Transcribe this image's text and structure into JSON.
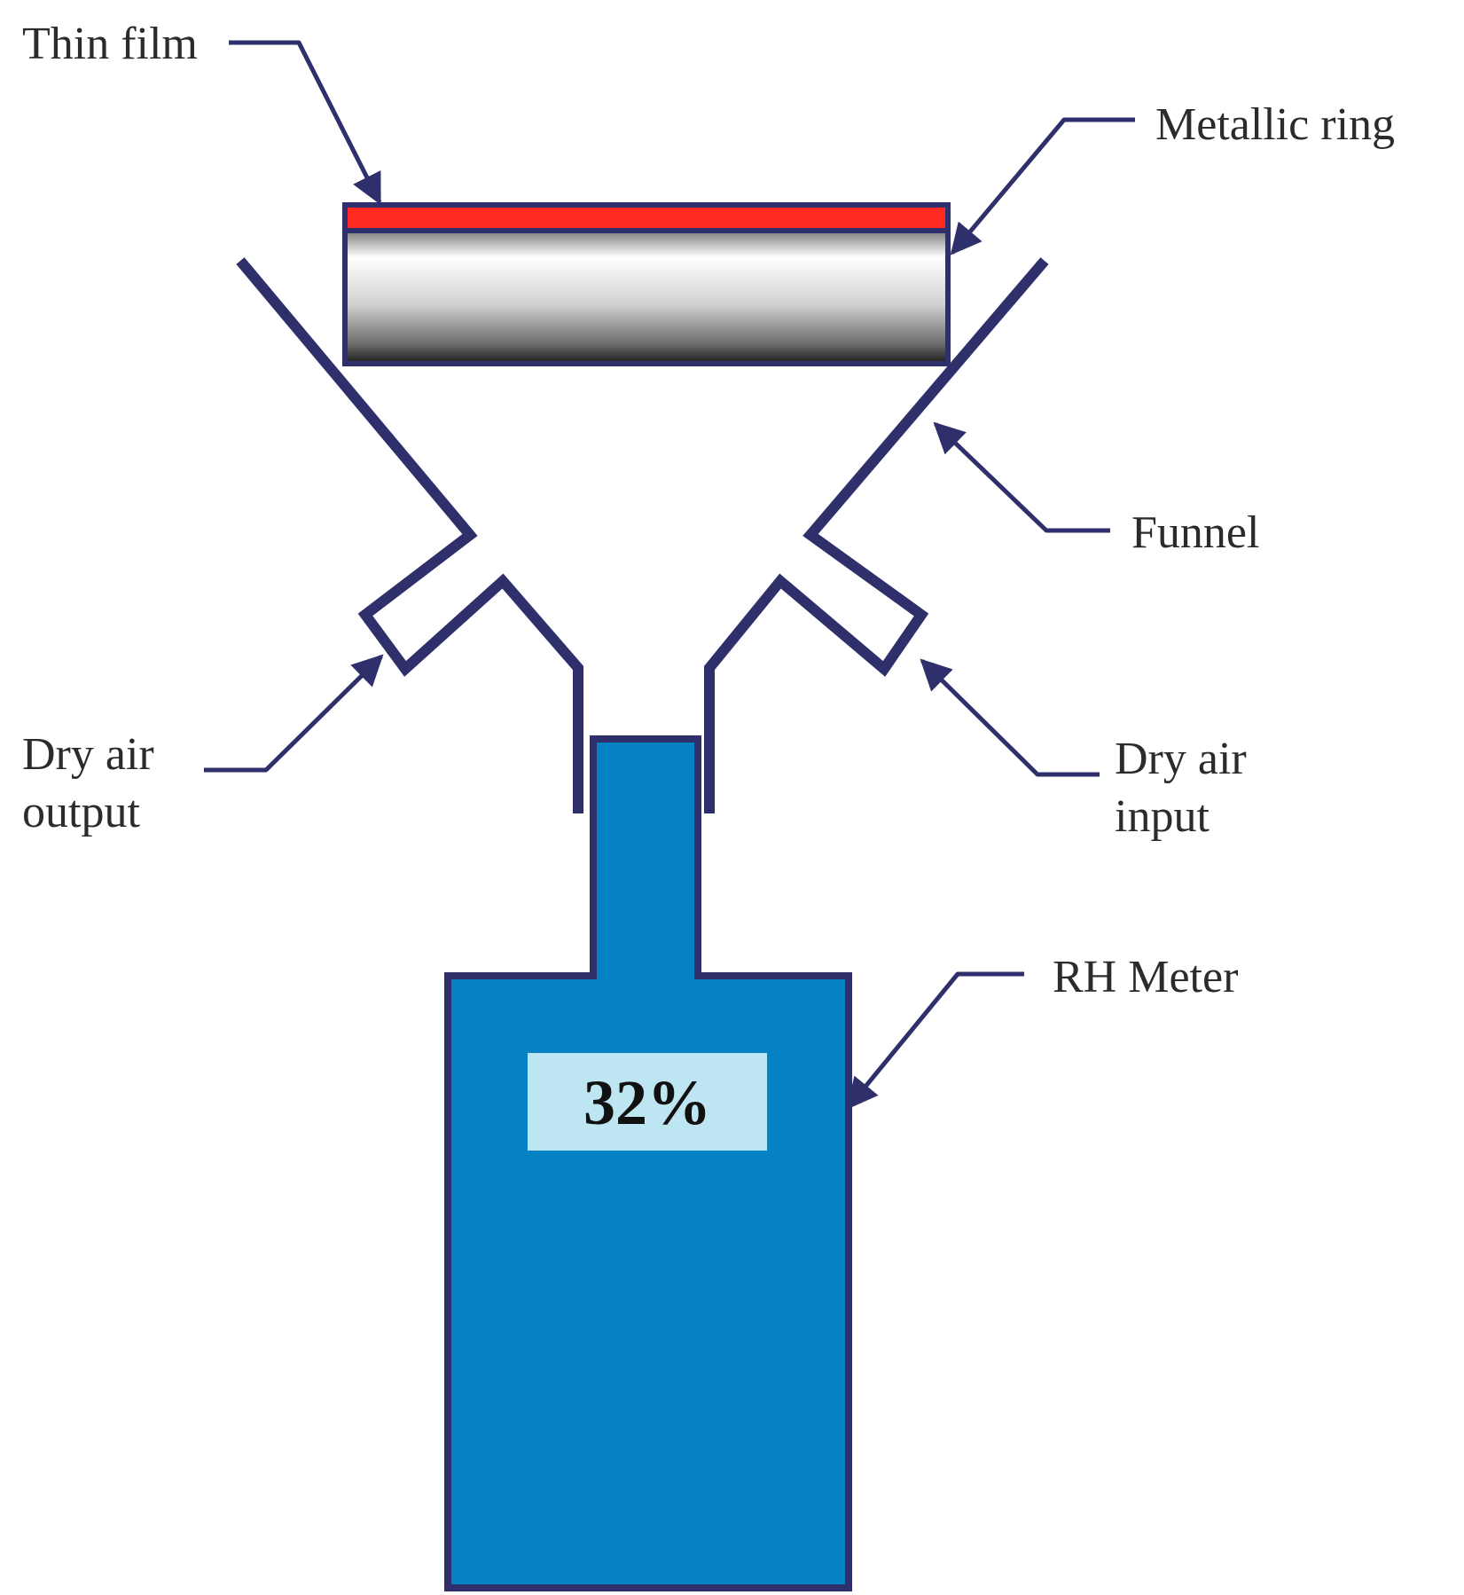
{
  "labels": {
    "thin_film": "Thin film",
    "metallic_ring": "Metallic ring",
    "funnel": "Funnel",
    "dry_air_output_line1": "Dry air",
    "dry_air_output_line2": "output",
    "dry_air_input_line1": "Dry air",
    "dry_air_input_line2": "input",
    "rh_meter": "RH Meter"
  },
  "meter": {
    "reading": "32%"
  },
  "colors": {
    "outline": "#2e2f6b",
    "thin_film": "#ff2a1f",
    "meter_body": "#0582c3",
    "meter_display": "#bde6f2",
    "ring_light": "#ffffff",
    "ring_dark": "#1a1a1a"
  }
}
